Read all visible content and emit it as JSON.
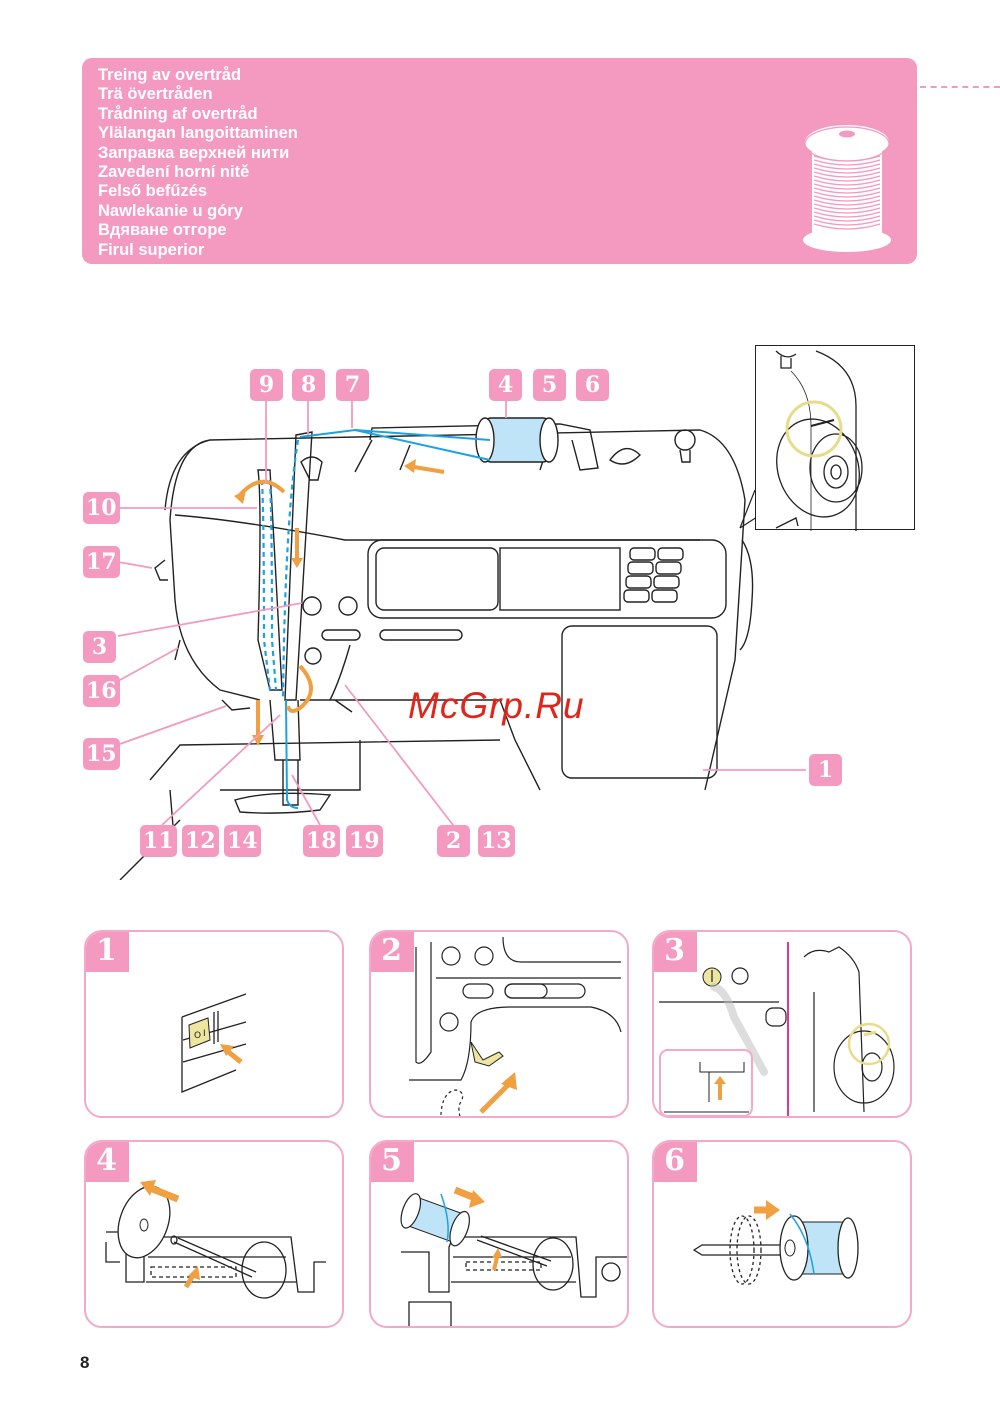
{
  "header": {
    "titles": [
      "Treing av overtråd",
      "Trä övertråden",
      "Trådning af overtråd",
      "Ylälangan langoittaminen",
      "Заправка верхней нити",
      "Zavedení horní nitě",
      "Felső befűzés",
      "Nawlekanie u góry",
      "Вдяване отгоре",
      "Firul superior"
    ],
    "icon": "thread-spool-icon"
  },
  "colors": {
    "accent_pink": "#f49ac1",
    "thread_blue": "#1aa3e0",
    "arrow_orange": "#f0a040",
    "highlight_yellow": "#e8dc8a"
  },
  "diagram": {
    "callouts": {
      "c9": "9",
      "c8": "8",
      "c7": "7",
      "c4": "4",
      "c5": "5",
      "c6": "6",
      "c10": "10",
      "c17": "17",
      "c3": "3",
      "c16": "16",
      "c15": "15",
      "c1": "1",
      "c11": "11",
      "c12": "12",
      "c14": "14",
      "c18": "18",
      "c19": "19",
      "c2": "2",
      "c13": "13"
    }
  },
  "watermark": "McGrp.Ru",
  "steps": [
    {
      "number": "1",
      "illustration": "power-switch"
    },
    {
      "number": "2",
      "illustration": "presser-foot-lever"
    },
    {
      "number": "3",
      "illustration": "needle-position-button"
    },
    {
      "number": "4",
      "illustration": "spool-pin-remove-cap"
    },
    {
      "number": "5",
      "illustration": "place-spool"
    },
    {
      "number": "6",
      "illustration": "attach-spool-cap"
    }
  ],
  "page_number": "8"
}
